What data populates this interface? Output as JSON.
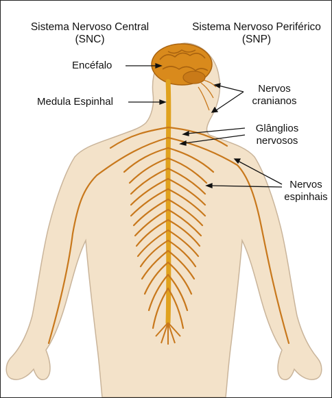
{
  "headers": {
    "snc_line1": "Sistema Nervoso Central",
    "snc_line2": "(SNC)",
    "snp_line1": "Sistema Nervoso Periférico",
    "snp_line2": "(SNP)"
  },
  "labels": {
    "encefalo": "Encéfalo",
    "medula": "Medula Espinhal",
    "nervos_cranianos_1": "Nervos",
    "nervos_cranianos_2": "cranianos",
    "ganglios_1": "Glânglios",
    "ganglios_2": "nervosos",
    "nervos_espinhais_1": "Nervos",
    "nervos_espinhais_2": "espinhais"
  },
  "colors": {
    "skin": "#f3e2c9",
    "skin_outline": "#c9b49a",
    "nerve": "#c8781c",
    "spine": "#e0a21e",
    "brain": "#d98a1c",
    "pointer": "#111111"
  }
}
